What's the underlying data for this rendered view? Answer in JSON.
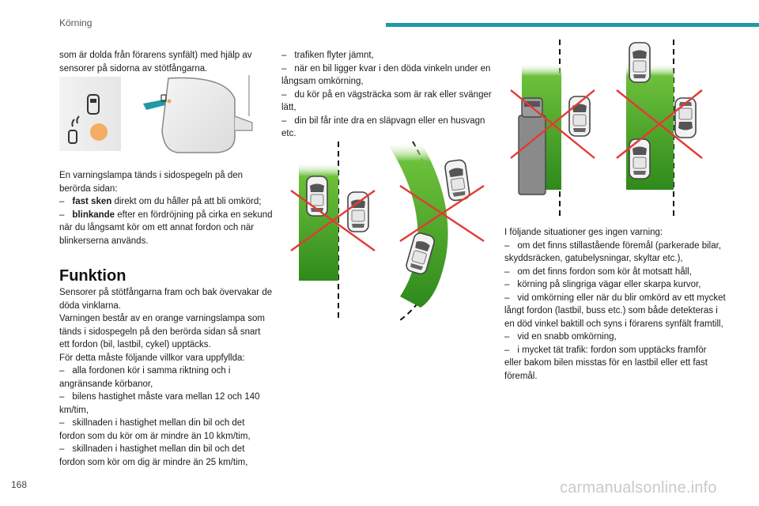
{
  "header": {
    "section": "Körning"
  },
  "page_number": "168",
  "watermark": "carmanualsonline.info",
  "col1": {
    "intro": "som är dolda från förarens synfält) med hjälp av sensorer på sidorna av stötfångarna.",
    "warning_intro": "En varningslampa tänds i sidospegeln på den berörda sidan:",
    "item_steady_bold": "fast sken",
    "item_steady_rest": " direkt om du håller på att bli omkörd;",
    "item_blink_bold": "blinkande",
    "item_blink_rest": " efter en fördröjning på cirka en sekund när du långsamt kör om ett annat fordon och när blinkerserna används.",
    "heading": "Funktion",
    "p1": "Sensorer på stötfångarna fram och bak övervakar de döda vinklarna.",
    "p2": "Varningen består av en orange varningslampa som tänds i sidospegeln på den berörda sidan så snart ett fordon (bil, lastbil, cykel) upptäcks.",
    "p3": "För detta måste följande villkor vara uppfyllda:",
    "conditions": [
      "alla fordonen kör i samma riktning och i angränsande körbanor,",
      "bilens hastighet måste vara mellan 12 och 140 km/tim,",
      "skillnaden i hastighet mellan din bil och det fordon som du kör om är mindre än 10 kkm/tim,",
      "skillnaden i hastighet mellan din bil och det fordon som kör om dig är mindre än 25 km/tim,"
    ]
  },
  "col2": {
    "conditions": [
      "trafiken flyter jämnt,",
      "när en bil ligger kvar i den döda vinkeln under en långsam omkörning,",
      "du kör på en vägsträcka som är rak eller svänger lätt,",
      "din bil får inte dra en släpvagn eller en husvagn etc."
    ]
  },
  "col3": {
    "intro": "I följande situationer ges ingen varning:",
    "items": [
      "om det finns stillastående föremål (parkerade bilar, skyddsräcken, gatubelysningar, skyltar etc.),",
      "om det finns fordon som kör åt motsatt håll,",
      "körning på slingriga vägar eller skarpa kurvor,",
      "vid omkörning eller när du blir omkörd av ett mycket långt fordon (lastbil, buss etc.) som både detekteras i en död vinkel baktill och syns i förarens synfält framtill,",
      "vid en snabb omkörning,",
      "i mycket tät trafik: fordon som upptäcks framför eller bakom bilen misstas för en lastbil eller ett fast föremål."
    ]
  },
  "colors": {
    "accent": "#1e9aa6",
    "zone_green": "#5fb52e",
    "cross_red": "#e53935",
    "lamp_orange": "#f4a24c"
  }
}
